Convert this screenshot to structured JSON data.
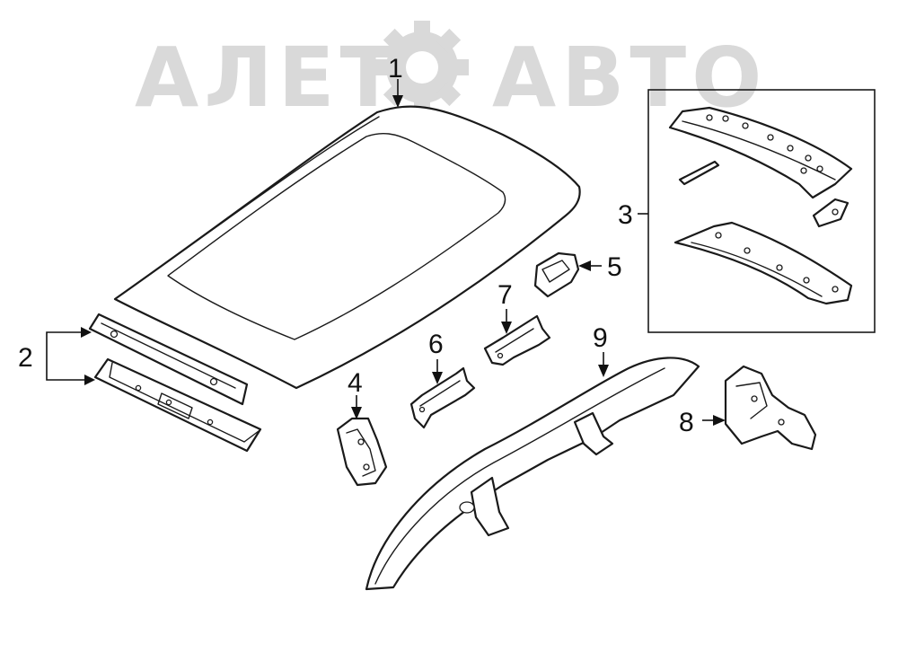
{
  "watermark": {
    "text_left": "АЛЕТ",
    "text_right": "АВТО",
    "color": "#d9d9d9"
  },
  "callouts": [
    {
      "id": "1",
      "label": "1"
    },
    {
      "id": "2",
      "label": "2"
    },
    {
      "id": "3",
      "label": "3"
    },
    {
      "id": "4",
      "label": "4"
    },
    {
      "id": "5",
      "label": "5"
    },
    {
      "id": "6",
      "label": "6"
    },
    {
      "id": "7",
      "label": "7"
    },
    {
      "id": "8",
      "label": "8"
    },
    {
      "id": "9",
      "label": "9"
    }
  ],
  "colors": {
    "line": "#1a1a1a",
    "background": "#ffffff"
  }
}
